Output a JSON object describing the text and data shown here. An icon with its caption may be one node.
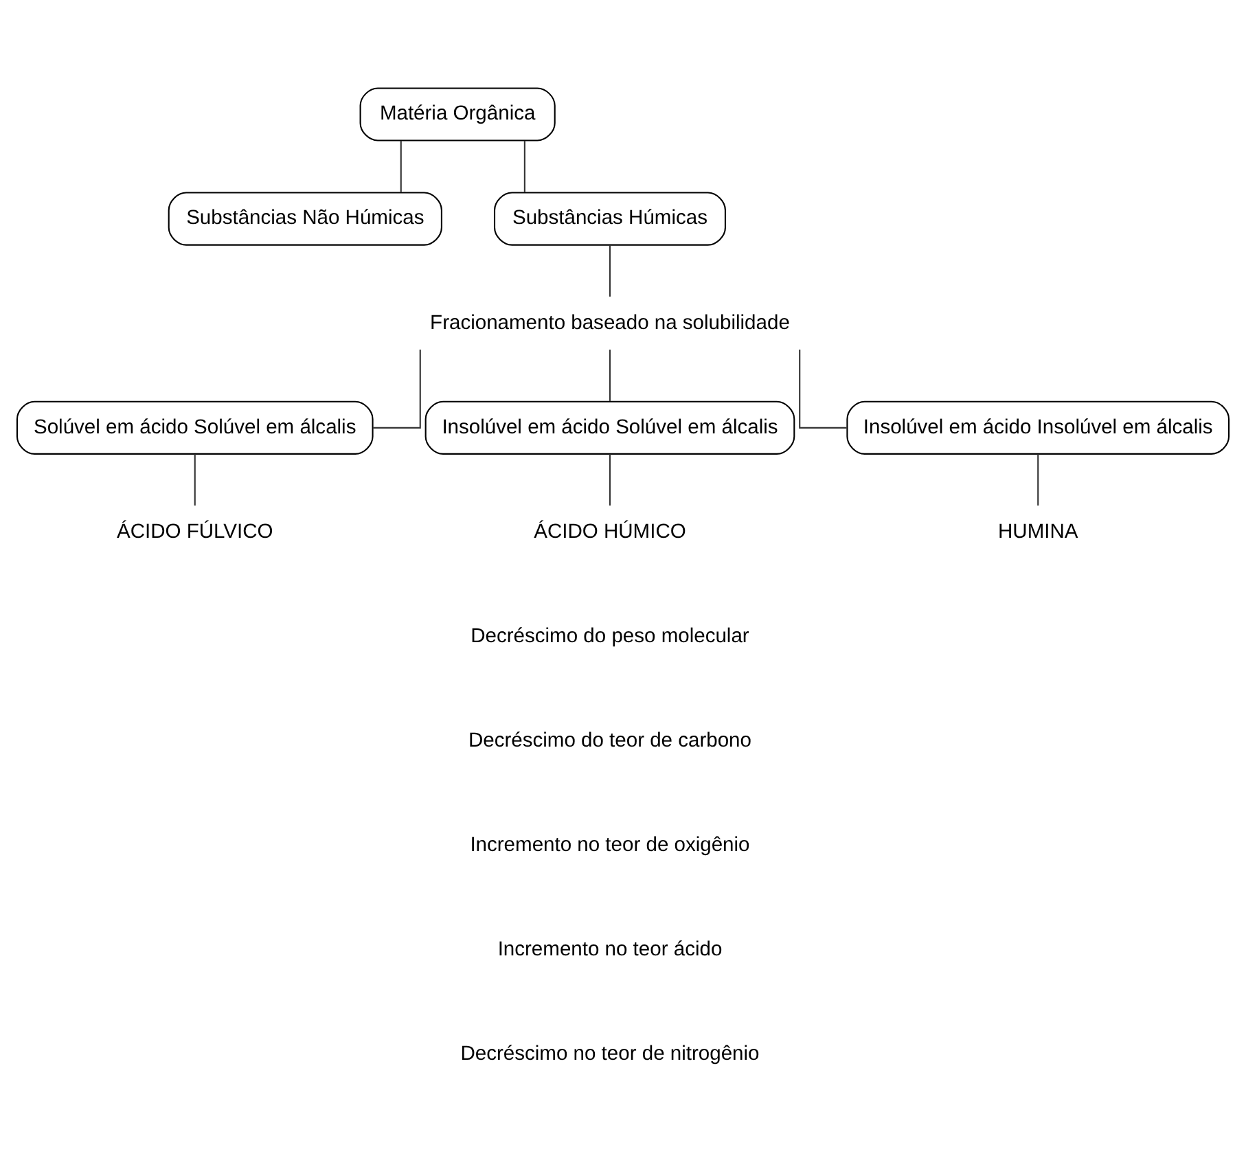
{
  "diagram": {
    "nodes": [
      {
        "text": [
          "Matéria Orgânica"
        ]
      },
      {
        "text": [
          "Substâncias Não Húmicas"
        ]
      },
      {
        "text": [
          "Substâncias Húmicas"
        ]
      },
      {
        "text": [
          "Fracionamento baseado na solubilidade"
        ]
      },
      {
        "text": [
          "Solúvel em ácido Solúvel em álcalis"
        ]
      },
      {
        "text": [
          "Insolúvel em ácido Solúvel em álcalis"
        ]
      },
      {
        "text": [
          "Insolúvel em ácido Insolúvel em álcalis"
        ]
      },
      {
        "text": [
          "ÁCIDO FÚLVICO"
        ]
      },
      {
        "text": [
          "ÁCIDO HÚMICO"
        ]
      },
      {
        "text": [
          "HUMINA"
        ]
      }
    ],
    "edges": [
      {
        "from": 0,
        "to": 1,
        "arrow": "none"
      },
      {
        "from": 0,
        "to": 2,
        "arrow": "none"
      },
      {
        "from": 2,
        "to": 3,
        "arrow": "none"
      },
      {
        "from": 3,
        "to": 4,
        "arrow": "none"
      },
      {
        "from": 3,
        "to": 5,
        "arrow": "none"
      },
      {
        "from": 3,
        "to": 6,
        "arrow": "none"
      },
      {
        "from": 4,
        "to": 7,
        "arrow": "none"
      },
      {
        "from": 5,
        "to": 8,
        "arrow": "none"
      },
      {
        "from": 6,
        "to": 9,
        "arrow": "none"
      }
    ],
    "labels": [
      "Decréscimo do peso molecular",
      "Decréscimo do teor de carbono",
      "Incremento no teor de oxigênio",
      "Incremento no teor ácido",
      "Decréscimo no teor de nitrogênio"
    ]
  }
}
